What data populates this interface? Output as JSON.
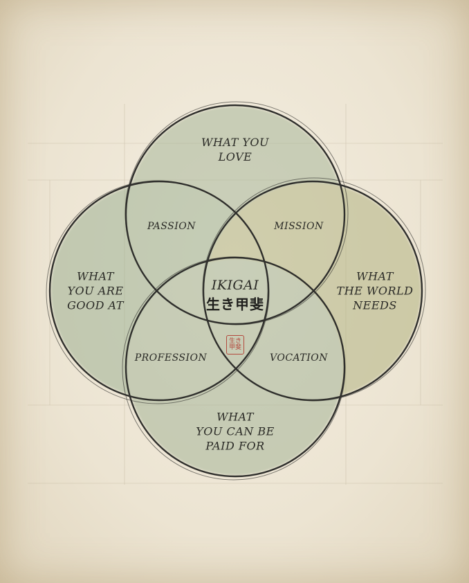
{
  "colors": {
    "paper": "#efe8d8",
    "wash_green": "#a9b79a",
    "wash_olive": "#b3b483",
    "ink": "#2a2a26",
    "seal_red": "#b3493d"
  },
  "circles": {
    "top": "WHAT YOU\nLOVE",
    "left": "WHAT\nYOU ARE\nGOOD AT",
    "right": "WHAT\nTHE WORLD\nNEEDS",
    "bottom": "WHAT\nYOU CAN BE\nPAID FOR"
  },
  "overlaps": {
    "passion": "PASSION",
    "mission": "MISSION",
    "profession": "PROFESSION",
    "vocation": "VOCATION"
  },
  "center": {
    "title": "IKIGAI",
    "kanji": "生き甲斐",
    "seal_text": "生き\n甲斐"
  },
  "icons": {
    "seal": "red-seal-stamp-icon"
  }
}
